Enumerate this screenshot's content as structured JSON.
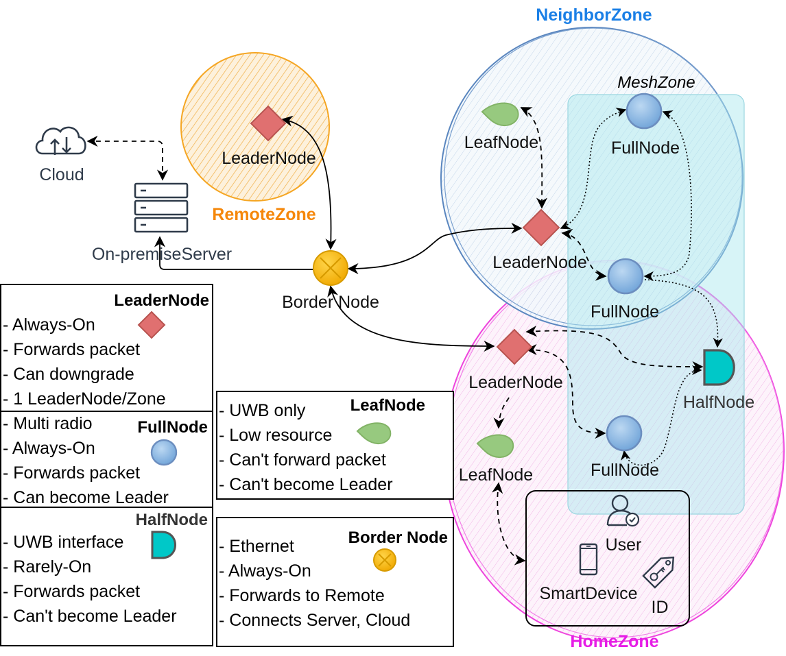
{
  "zones": {
    "neighbor": "NeighborZone",
    "mesh": "MeshZone",
    "remote": "RemoteZone",
    "home": "HomeZone"
  },
  "nodes": {
    "cloud": "Cloud",
    "server": "On-premiseServer",
    "remote_leader": "LeaderNode",
    "border": "Border Node",
    "neighbor_leaf": "LeafNode",
    "neighbor_leader": "LeaderNode",
    "mesh_full_top": "FullNode",
    "mesh_full_mid": "FullNode",
    "home_leader": "LeaderNode",
    "home_leaf": "LeafNode",
    "home_full": "FullNode",
    "half": "HalfNode",
    "user": "User",
    "smart_device": "SmartDevice",
    "id": "ID"
  },
  "legend": {
    "leader": {
      "title": "LeaderNode",
      "lines": [
        "- Always-On",
        "- Forwards packet",
        "- Can downgrade",
        "- 1 LeaderNode/Zone"
      ]
    },
    "full": {
      "title": "FullNode",
      "lines": [
        "- Multi radio",
        "- Always-On",
        "- Forwards packet",
        "- Can become Leader"
      ]
    },
    "half": {
      "title": "HalfNode",
      "lines": [
        "- UWB interface",
        "- Rarely-On",
        "- Forwards packet",
        "- Can't become Leader"
      ]
    },
    "leaf": {
      "title": "LeafNode",
      "lines": [
        "- UWB only",
        "- Low resource",
        "- Can't forward packet",
        "- Can't become Leader"
      ]
    },
    "border": {
      "title": "Border Node",
      "lines": [
        "- Ethernet",
        "- Always-On",
        "- Forwards to Remote",
        "- Connects Server, Cloud"
      ]
    }
  },
  "colors": {
    "neighbor_title": "#1a7fe6",
    "remote_title": "#f5870a",
    "home_title": "#e61ce6",
    "leader_fill": "#e07070",
    "full_fill": "#7fb2e0",
    "leaf_fill": "#97c97f",
    "half_fill": "#00c8c8",
    "border_fill": "#f5b800"
  }
}
